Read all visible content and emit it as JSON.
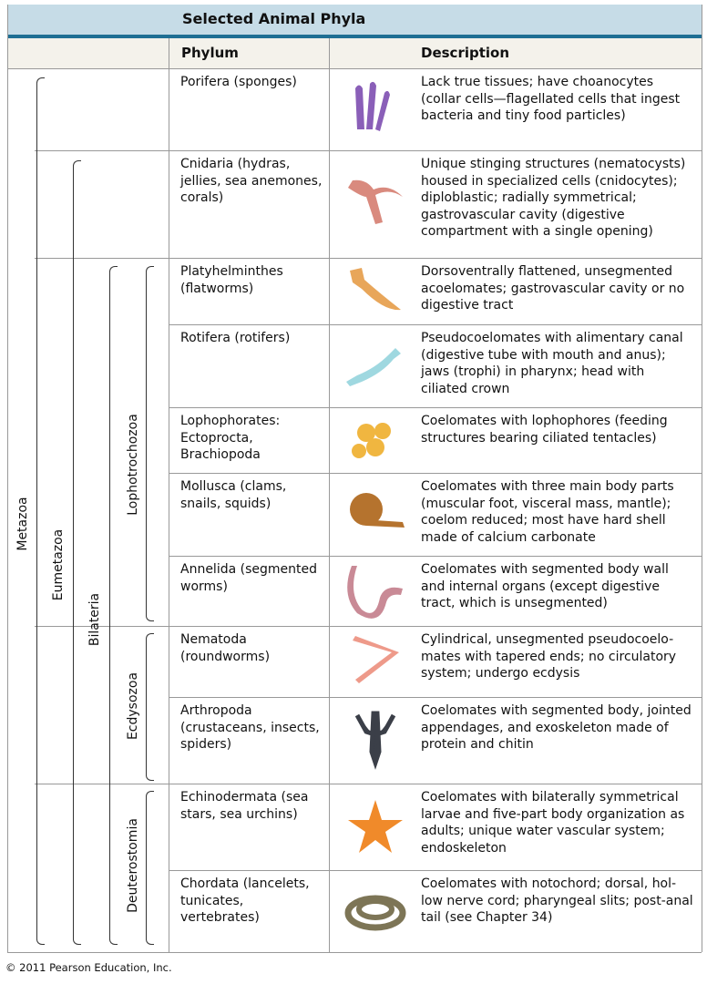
{
  "title": "Selected Animal Phyla",
  "headers": {
    "phylum": "Phylum",
    "description": "Description"
  },
  "groups": {
    "metazoa": "Metazoa",
    "eumetazoa": "Eumetazoa",
    "bilateria": "Bilateria",
    "lophotrochozoa": "Lophotrochozoa",
    "ecdysozoa": "Ecdysozoa",
    "deuterostomia": "Deuterostomia"
  },
  "rows": [
    {
      "phylum": "Porifera (sponges)",
      "description": "Lack true tissues; have choanocytes (collar cells—flagellated cells that ingest bacteria and tiny food particles)",
      "icon": "sponge-illustration",
      "color": "#8a5fb8"
    },
    {
      "phylum": "Cnidaria (hydras, jellies, sea anemones, corals)",
      "description": "Unique stinging structures (nematocysts) housed in specialized cells (cnidocytes); diploblastic; radially symmetrical; gastrovascular cavity (digestive compartment with a single opening)",
      "icon": "hydra-illustration",
      "color": "#d98a7e"
    },
    {
      "phylum": "Platyhelminthes (flatworms)",
      "description": "Dorsoventrally flattened, unsegmented acoelomates; gastrovascular cavity or no digestive tract",
      "icon": "flatworm-illustration",
      "color": "#e8a65a"
    },
    {
      "phylum": "Rotifera (rotifers)",
      "description": "Pseudocoelomates with alimentary canal (digestive tube with mouth and anus); jaws (trophi) in pharynx; head with ciliated crown",
      "icon": "rotifer-illustration",
      "color": "#9fd8e0"
    },
    {
      "phylum": "Lophophorates: Ectoprocta, Brachiopoda",
      "description": "Coelomates with lophophores (feeding structures bearing ciliated tentacles)",
      "icon": "lophophorate-illustration",
      "color": "#f0b640"
    },
    {
      "phylum": "Mollusca (clams, snails, squids)",
      "description": "Coelomates with three main body parts (muscular foot, visceral mass, mantle); coelom reduced; most have hard shell made of calcium carbonate",
      "icon": "snail-illustration",
      "color": "#b5732e"
    },
    {
      "phylum": "Annelida (segmented worms)",
      "description": "Coelomates with segmented body wall and internal organs (except digestive tract, which is unsegmented)",
      "icon": "earthworm-illustration",
      "color": "#c98a96"
    },
    {
      "phylum": "Nematoda (roundworms)",
      "description": "Cylindrical, unsegmented pseudocoelo-mates with tapered ends; no circulatory system; undergo ecdysis",
      "icon": "roundworm-illustration",
      "color": "#ee9a8a"
    },
    {
      "phylum": "Arthropoda (crustaceans, insects, spiders)",
      "description": "Coelomates with segmented body, jointed appendages, and exoskeleton made of protein and chitin",
      "icon": "lobster-illustration",
      "color": "#3b3f48"
    },
    {
      "phylum": "Echinodermata (sea stars, sea urchins)",
      "description": "Coelomates with bilaterally symmetrical larvae and five-part body organization as adults; unique water vascular system; endoskeleton",
      "icon": "sea-star-illustration",
      "color": "#f08a2a"
    },
    {
      "phylum": "Chordata (lancelets, tunicates, vertebrates)",
      "description": "Coelomates with notochord; dorsal, hol-low nerve cord; pharyngeal slits; post-anal tail (see Chapter 34)",
      "icon": "snake-illustration",
      "color": "#7d7556"
    }
  ],
  "copyright": "© 2011 Pearson Education, Inc."
}
